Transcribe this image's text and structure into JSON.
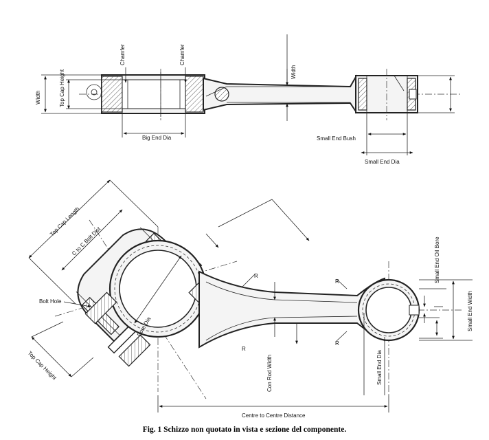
{
  "labels": {
    "chamfer_1": "Chamfer",
    "chamfer_2": "Chamfer",
    "width_top": "Width",
    "width_left": "Width",
    "top_cap_height_side": "Top Cap Height",
    "big_end_dia": "Big End Dia",
    "small_end_bush": "Small End Bush",
    "small_end_dia_top": "Small End Dia",
    "top_cap_length": "Top Cap Length",
    "c_to_c_bolt_dist": "C to C Bolt Dist",
    "bolt_hole": "Bolt Hole",
    "bore_dia": "Bore Dia",
    "top_cap_height": "Top Cap Height",
    "con_rod_width": "Con Rod Width",
    "small_end_dia_bottom": "Small End Dia",
    "small_end_oil_bore": "Small End Oil Bore",
    "small_end_width": "Small End Width",
    "centre_distance": "Centre to Centre Distance",
    "r1": "R",
    "r2": "R",
    "r3": "R",
    "r4": "R"
  },
  "caption": "Fig. 1 Schizzo non quotato in vista e sezione del componente."
}
